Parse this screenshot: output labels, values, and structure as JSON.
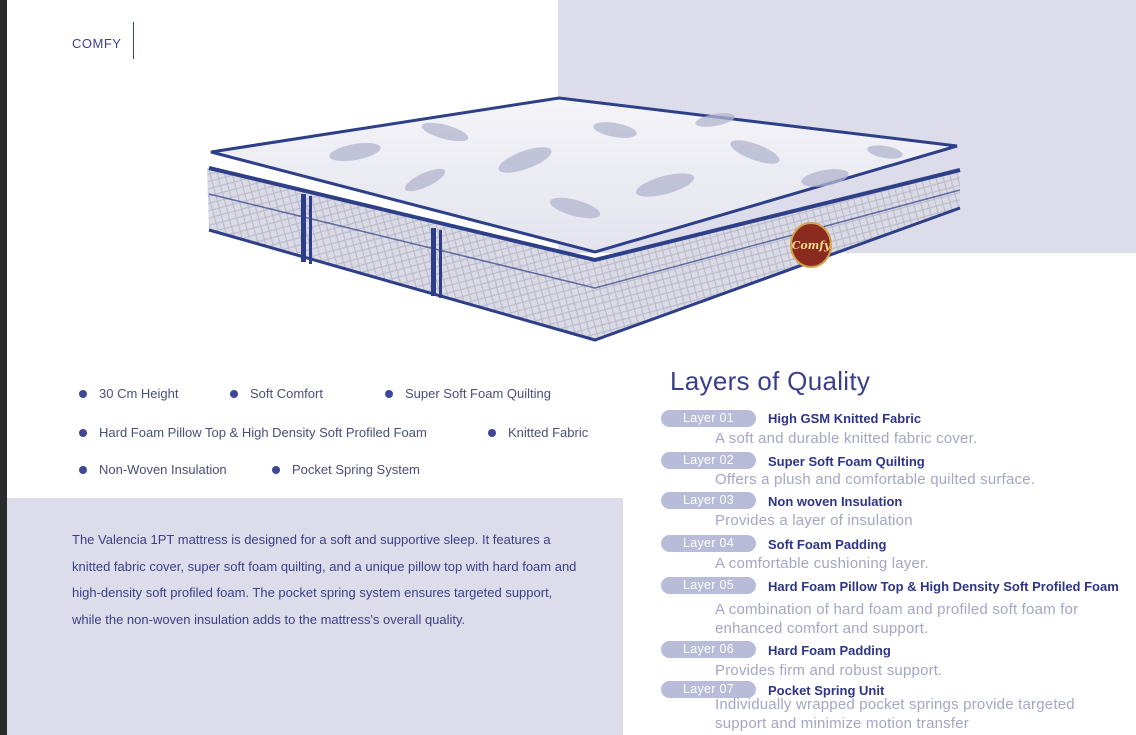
{
  "brand": {
    "name": "COMFY",
    "logo_text": "Comfy"
  },
  "features": [
    "30 Cm Height",
    "Soft Comfort",
    "Super Soft Foam Quilting",
    "Hard Foam Pillow Top & High Density Soft Profiled Foam",
    "Knitted Fabric",
    "Non-Woven Insulation",
    "Pocket Spring System"
  ],
  "description": "The Valencia 1PT mattress is designed for a soft and supportive sleep. It features a knitted fabric cover, super soft foam quilting, and a unique pillow top with hard foam and high-density soft profiled foam. The pocket spring system ensures targeted support, while the non-woven insulation adds to the mattress's overall quality.",
  "layers_section": {
    "title": "Layers of Quality",
    "layers": [
      {
        "tag": "Layer 01",
        "name": "High GSM Knitted Fabric",
        "desc": "A soft and durable knitted fabric cover."
      },
      {
        "tag": "Layer 02",
        "name": "Super Soft Foam Quilting",
        "desc": "Offers a plush and comfortable quilted surface."
      },
      {
        "tag": "Layer 03",
        "name": "Non woven Insulation",
        "desc": "Provides a layer of insulation"
      },
      {
        "tag": "Layer 04",
        "name": "Soft Foam Padding",
        "desc": "A comfortable cushioning layer."
      },
      {
        "tag": "Layer 05",
        "name": "Hard Foam Pillow Top & High Density Soft Profiled Foam",
        "desc": "A combination of hard foam and profiled soft foam for enhanced comfort and support."
      },
      {
        "tag": "Layer 06",
        "name": "Hard Foam Padding",
        "desc": "Provides firm and robust support."
      },
      {
        "tag": "Layer 07",
        "name": "Pocket Spring Unit",
        "desc": "Individually wrapped pocket springs provide targeted support and minimize motion transfer"
      }
    ]
  },
  "colors": {
    "accent": "#3b3f8a",
    "panel": "#dcdcea",
    "pill": "#b9bcd9",
    "muted": "#a3a6c4"
  }
}
